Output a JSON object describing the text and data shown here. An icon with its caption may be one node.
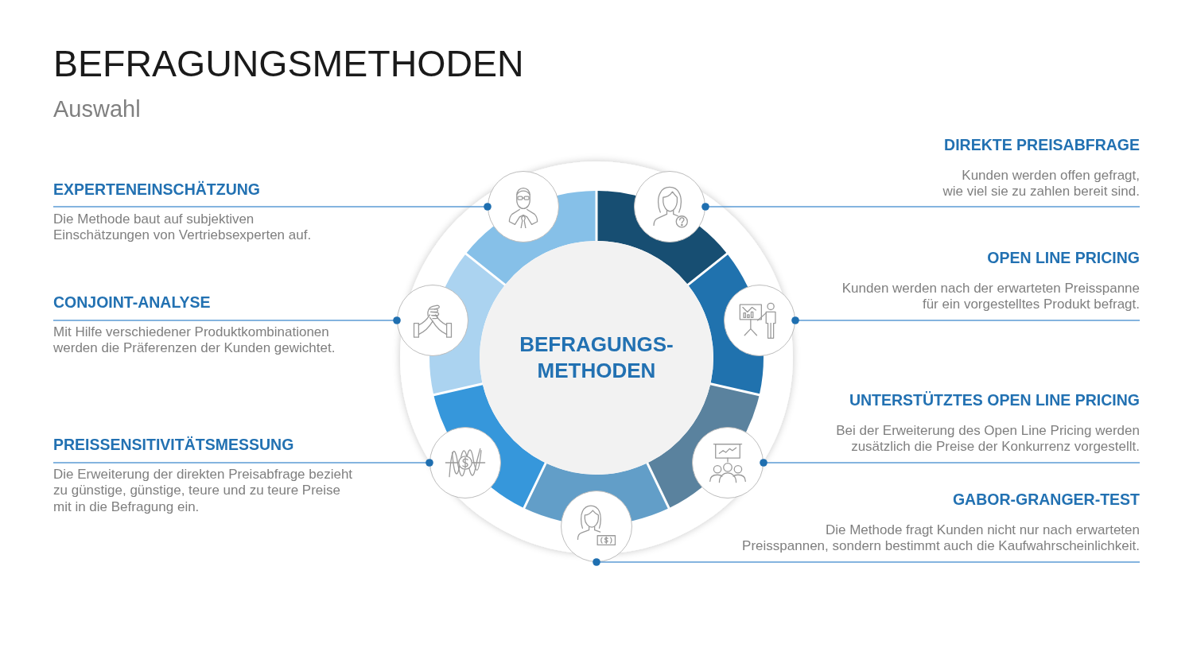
{
  "diagram": {
    "title": "BEFRAGUNGSMETHODEN",
    "nodes": [
      {
        "text": [
          "EXPERTENEINSCHÄTZUNG",
          "Die Methode baut auf subjektiven Einschätzungen von Vertriebsexperten auf."
        ]
      },
      {
        "text": [
          "CONJOINT-ANALYSE",
          "Mit Hilfe verschiedener Produktkombinationen werden die Präferenzen der Kunden gewichtet."
        ]
      },
      {
        "text": [
          "PREISSENSITIVITÄTSMESSUNG",
          "Die Erweiterung der direkten Preisabfrage bezieht zu günstige, günstige, teure und zu teure Preise mit in die Befragung ein."
        ]
      },
      {
        "text": [
          "BEFRAGUNGS- METHODEN"
        ]
      },
      {
        "text": [],
        "shape": "circle"
      },
      {
        "text": [],
        "shape": "circle"
      },
      {
        "text": [],
        "shape": "circle"
      },
      {
        "text": [],
        "shape": "circle"
      },
      {
        "text": [],
        "shape": "circle"
      },
      {
        "text": [],
        "shape": "circle"
      },
      {
        "text": [],
        "shape": "circle"
      },
      {
        "text": [
          "DIREKTE PREISABFRAGE",
          "Kunden werden offen gefragt, wie viel sie zu zahlen bereit sind."
        ]
      },
      {
        "text": [
          "OPEN LINE PRICING",
          "Kunden werden nach der erwarteten Preisspanne für ein vorgestelltes Produkt befragt."
        ]
      },
      {
        "text": [
          "UNTERSTÜTZTES OPEN LINE PRICING",
          "Bei der Erweiterung des Open Line Pricing werden zusätzlich die Preise der Konkurrenz vorgestellt."
        ]
      },
      {
        "text": [
          "GABOR-GRANGER-TEST",
          "Die Methode fragt Kunden nicht nur nach erwarteten Preisspannen, sondern bestimmt auch die Kaufwahrscheinlichkeit."
        ]
      }
    ],
    "edges": [
      {
        "from": 0,
        "to": 4,
        "arrow": "other"
      },
      {
        "from": 1,
        "to": 6,
        "arrow": "other"
      },
      {
        "from": 2,
        "to": 8,
        "arrow": "other"
      },
      {
        "from": 11,
        "to": 5,
        "arrow": "other"
      },
      {
        "from": 12,
        "to": 7,
        "arrow": "other"
      },
      {
        "from": 13,
        "to": 9,
        "arrow": "other"
      },
      {
        "from": 14,
        "to": 10,
        "arrow": "other"
      }
    ],
    "labels": [
      "Auswahl"
    ]
  }
}
